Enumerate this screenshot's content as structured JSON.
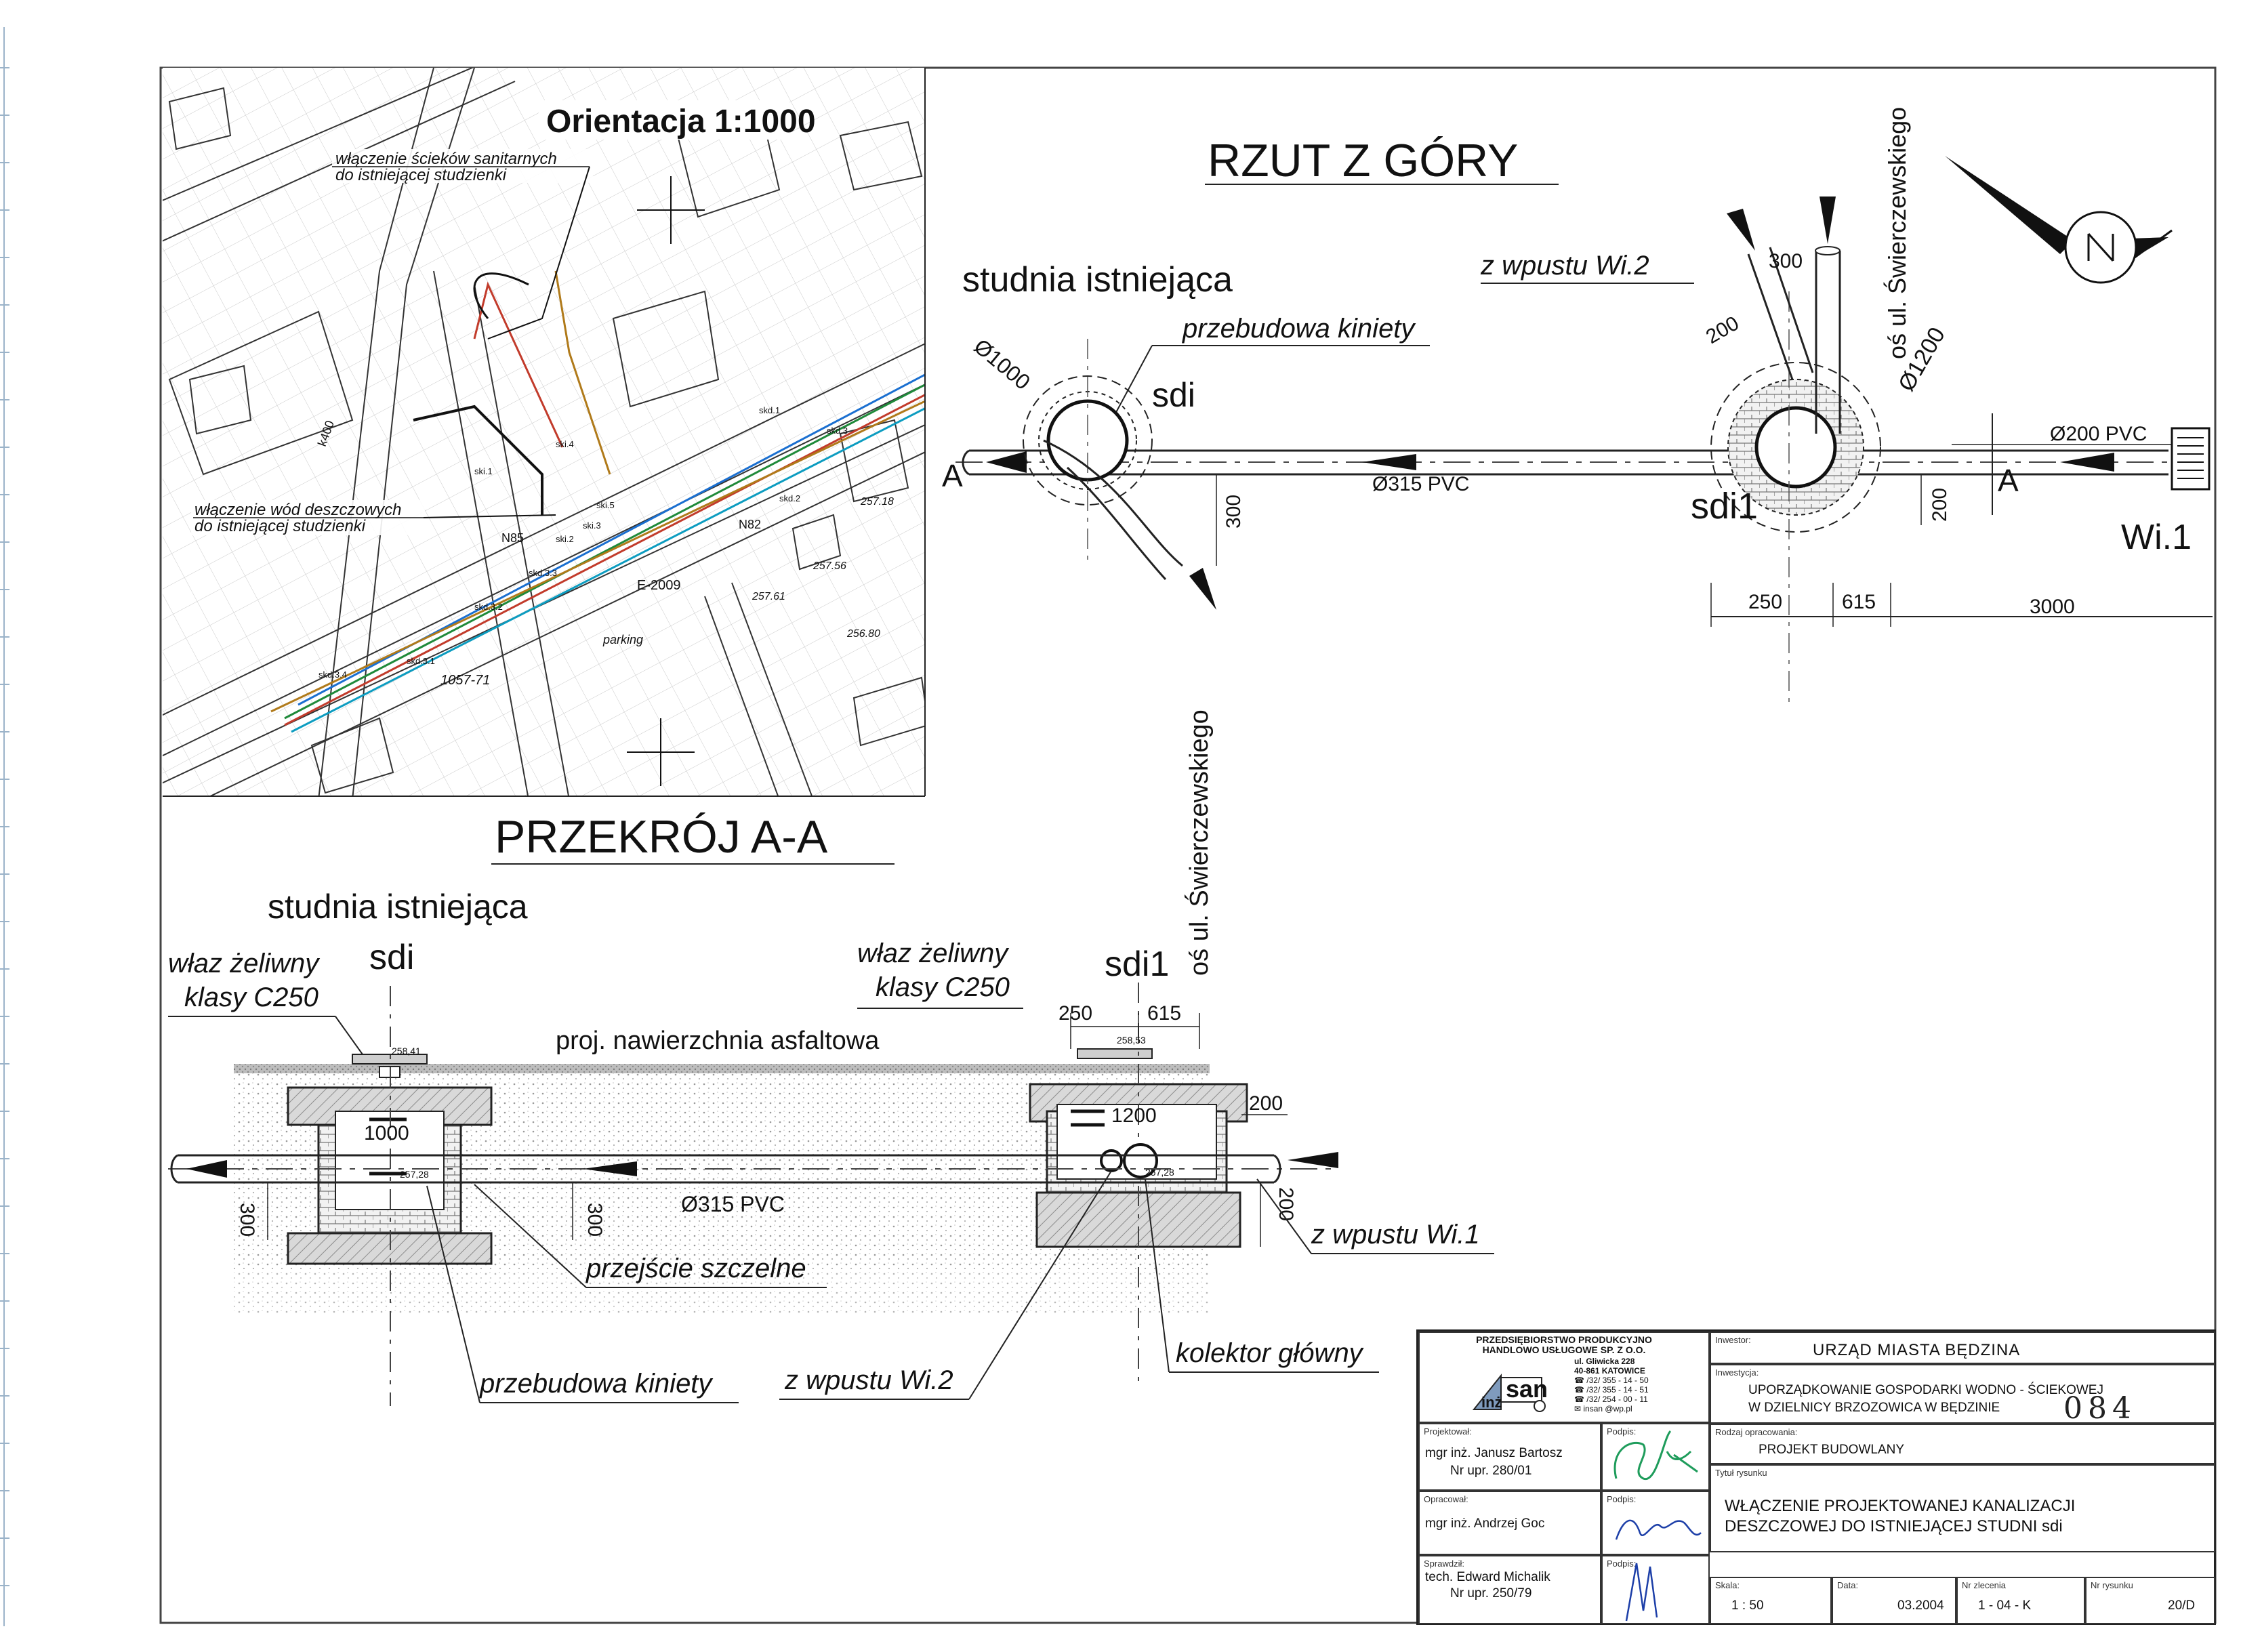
{
  "orientation": {
    "title": "Orientacja 1:1000",
    "note_sewage": [
      "włączenie ścieków sanitarnych",
      "do istniejącej studzienki"
    ],
    "note_storm": [
      "włączenie wód deszczowych",
      "do istniejącej studzienki"
    ],
    "map_labels": [
      "ski.1",
      "ski.2",
      "ski.3",
      "ski.4",
      "ski.5",
      "skd.1",
      "skd.2",
      "skd.3",
      "skd.3.1",
      "skd.3.2",
      "skd.3.3",
      "skd.3.4",
      "N85",
      "N82",
      "E-2009",
      "parking",
      "257.56",
      "257.61",
      "256.80",
      "257.18",
      "k400",
      "1057-71"
    ]
  },
  "plan": {
    "title": "RZUT Z GÓRY",
    "existing_well": "studnia istniejąca",
    "from_inlet2": "z wpustu Wi.2",
    "rebuild_channel": "przebudowa kiniety",
    "d1000": "Ø1000",
    "d1200": "Ø1200",
    "sdi": "sdi",
    "sdi1": "sdi1",
    "street_axis": "oś ul. Świerczewskiego",
    "pipe_main": "Ø315 PVC",
    "pipe_inlet": "Ø200 PVC",
    "section_a_left": "A",
    "section_a_right": "A",
    "inlet1": "Wi.1",
    "dim_300_branch": "300",
    "dim_200_branch": "200",
    "dim_300": "300",
    "dim_200": "200",
    "dim_250": "250",
    "dim_615": "615",
    "dim_3000": "3000"
  },
  "section": {
    "title": "PRZEKRÓJ A-A",
    "existing_well": "studnia istniejąca",
    "sdi": "sdi",
    "sdi1": "sdi1",
    "manhole_left": [
      "właz żeliwny",
      "klasy C250"
    ],
    "manhole_right": [
      "właz żeliwny",
      "klasy C250"
    ],
    "asphalt": "proj. nawierzchnia asfaltowa",
    "street_axis": "oś ul. Świerczewskiego",
    "elev_top_left": "258,41",
    "elev_top_right": "258,53",
    "elev_bottom_left": "257,28",
    "elev_bottom_right": "257,28",
    "dia_left": "1000",
    "dia_right": "1200",
    "dim_250": "250",
    "dim_615": "615",
    "dim_200_a": "200",
    "dim_200_b": "200",
    "dim_300_left": "300",
    "dim_300_mid": "300",
    "pipe_main": "Ø315 PVC",
    "from_inlet1": "z wpustu Wi.1",
    "from_inlet2": "z wpustu Wi.2",
    "tight_passage": "przejście szczelne",
    "rebuild_channel": "przebudowa kiniety",
    "main_collector": "kolektor główny"
  },
  "title_block": {
    "firm": [
      "PRZEDSIĘBIORSTWO PRODUKCYJNO",
      "HANDLOWO USŁUGOWE  SP. Z O.O.",
      "ul. Gliwicka 228",
      "40-861 KATOWICE",
      "☎ /32/ 355 - 14 - 50",
      "☎ /32/ 355 - 14 - 51",
      "☎ /32/ 254 - 00 - 11",
      "✉ insan @wp.pl"
    ],
    "logo_text": "san",
    "logo_sub": "inż",
    "investor_label": "Inwestor:",
    "investor": "URZĄD MIASTA BĘDZINA",
    "investment_label": "Inwestycja:",
    "investment_1": "UPORZĄDKOWANIE GOSPODARKI WODNO - ŚCIEKOWEJ",
    "investment_2": "W DZIELNICY BRZOZOWICA W BĘDZINIE",
    "sheet_no_handwritten": "084",
    "designed_label": "Projektował:",
    "designer": "mgr inż. Janusz Bartosz",
    "designer_reg": "Nr upr. 280/01",
    "sign_label_1": "Podpis:",
    "doc_type_label": "Rodzaj opracowania:",
    "doc_type": "PROJEKT BUDOWLANY",
    "drawing_title_label": "Tytuł rysunku",
    "drawing_title_1": "WŁĄCZENIE PROJEKTOWANEJ KANALIZACJI",
    "drawing_title_2": "DESZCZOWEJ DO ISTNIEJĄCEJ STUDNI sdi",
    "prepared_label": "Opracował:",
    "preparer": "mgr inż. Andrzej Goc",
    "sign_label_2": "Podpis:",
    "checked_label": "Sprawdził:",
    "checker": "tech. Edward Michalik",
    "checker_reg": "Nr upr. 250/79",
    "sign_label_3": "Podpis:",
    "scale_label": "Skala:",
    "scale": "1 : 50",
    "date_label": "Data:",
    "date": "03.2004",
    "order_label": "Nr zlecenia",
    "order": "1 - 04 - K",
    "drawing_no_label": "Nr rysunku",
    "drawing_no": "20/D"
  }
}
